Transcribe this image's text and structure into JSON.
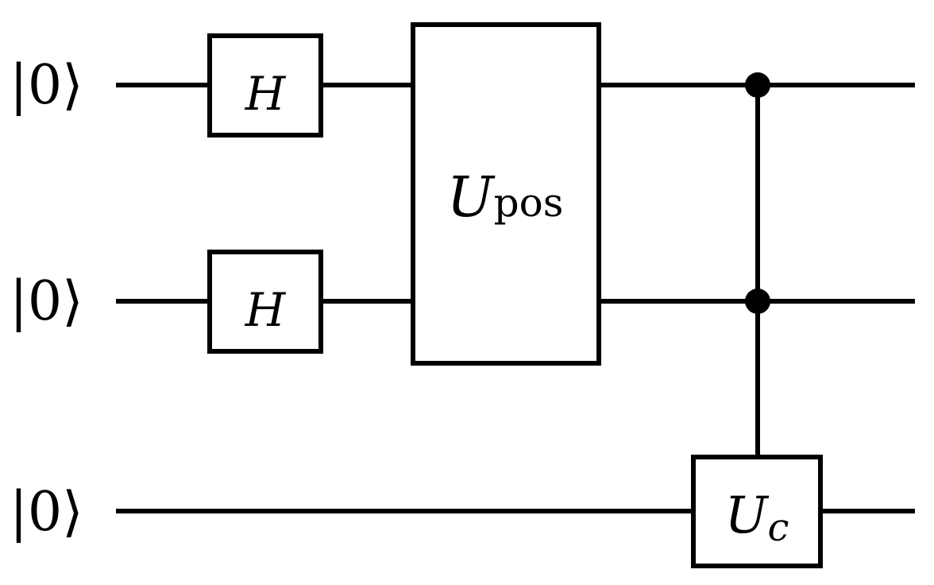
{
  "qubits": [
    {
      "ket": "|0⟩"
    },
    {
      "ket": "|0⟩"
    },
    {
      "ket": "|0⟩"
    }
  ],
  "gates": {
    "h_top": {
      "label": "H"
    },
    "h_mid": {
      "label": "H"
    },
    "u_pos": {
      "label": "U",
      "sub": "pos"
    },
    "u_c": {
      "label": "U",
      "sub": "c"
    }
  }
}
